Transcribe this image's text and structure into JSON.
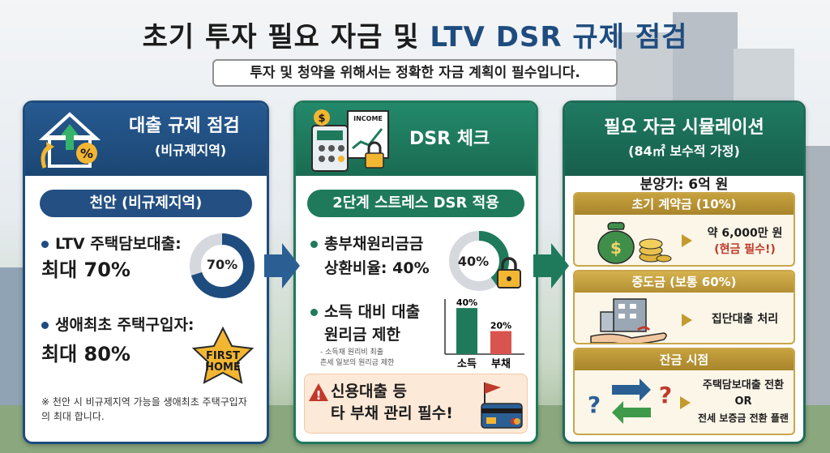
{
  "title": {
    "main": "초기 투자 필요 자금 및 ",
    "accent": "LTV DSR 규제 점검"
  },
  "subtitle": "투자 및 청약을 위해서는 정확한 자금 계획이 필수입니다.",
  "panel1": {
    "title": "대출 규제 점검",
    "sub": "(비규제지역)",
    "pill": "천안 (비규제지역)",
    "ltv_label": "LTV 주택담보대출:",
    "ltv_value": "최대 70%",
    "ltv_donut": "70%",
    "ltv_fraction": 0.7,
    "first_label": "생애최초 주택구입자:",
    "first_value": "최대 80%",
    "badge_line1": "FIRST",
    "badge_line2": "HOME",
    "note": "※ 천안 시 비규제지역 가능을 생애최초 주택구입자의 최대 합니다."
  },
  "panel2": {
    "title": "DSR 체크",
    "income_tag": "INCOME",
    "dollar": "$",
    "pill": "2단계 스트레스 DSR 적용",
    "dsr_label_1": "총부채원리금금",
    "dsr_label_2": "상환비율: 40%",
    "dsr_donut": "40%",
    "dsr_fraction": 0.4,
    "limit_label_1": "소득 대비 대출",
    "limit_label_2": "원리금 제한",
    "tiny_1": "- 소득채 원리비 최출",
    "tiny_2": "촌세 일보의 원리금 제한",
    "chart_data": {
      "type": "bar",
      "categories": [
        "소득",
        "부채"
      ],
      "values": [
        40,
        20
      ],
      "data_labels": [
        "40%",
        "20%"
      ],
      "colors": [
        "#1f7a5c",
        "#d9534f"
      ],
      "ylim": [
        0,
        45
      ]
    },
    "warn_mark": "!",
    "warn_1": "신용대출 등",
    "warn_2": "타 부채 관리 필수!"
  },
  "panel3": {
    "title": "필요 자금 시뮬레이션",
    "sub": "(84㎡ 보수적 가정)",
    "price": "분양가: 6억 원",
    "step1_head": "초기 계약금 (10%)",
    "step1_text_1": "약 6,000만 원",
    "step1_text_2": "(현금 필수!)",
    "step2_head": "중도금 (보통 60%)",
    "step2_text": "집단대출 처리",
    "step3_head": "잔금 시점",
    "step3_text_1": "주택담보대출 전환",
    "step3_text_2": "OR",
    "step3_text_3": "전세 보증금 전환 플랜",
    "money_sign": "$",
    "question": "?"
  },
  "colors": {
    "navy": "#1e4c7e",
    "green": "#1f7a5c",
    "gold": "#c39a2e",
    "red": "#c0392b"
  }
}
